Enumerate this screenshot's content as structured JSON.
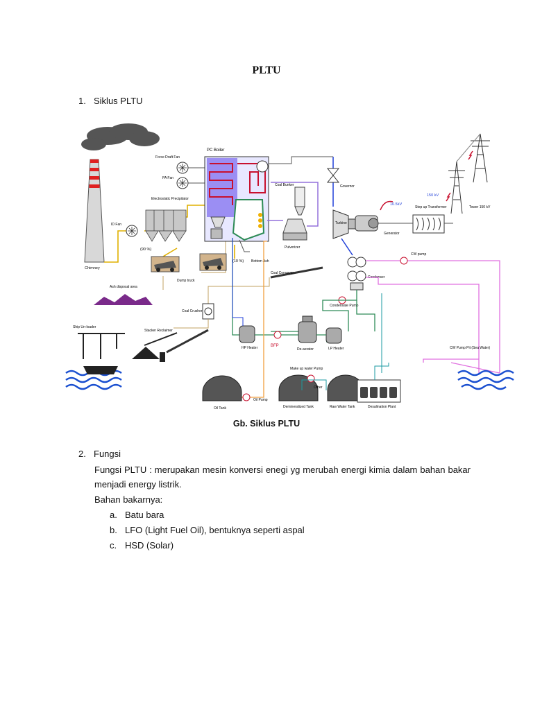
{
  "page": {
    "title": "PLTU"
  },
  "section1": {
    "number": "1.",
    "heading": "Siklus PLTU"
  },
  "diagram": {
    "labels": {
      "pc_boiler": "PC Boiler",
      "force_draft_fan": "Force Draft Fan",
      "pa_fan": "PA Fan",
      "esp": "Electrostatic Precipitator",
      "id_fan": "ID Fan",
      "chimney": "Chimney",
      "pct90": "(90 %)",
      "pct10": "(10 %)",
      "bottom_ash": "Bottom Ash",
      "dump_truck": "Dump truck",
      "ash_disposal": "Ash disposal area",
      "coal_bunker": "Coal Bunker",
      "pulverizer": "Pulverizer",
      "coal_conveyor": "Coal Conveyor",
      "coal_crusher": "Coal Crusher",
      "ship_unloader": "Ship Un-loader",
      "stacker_reclaimer": "Stacker Reclaimer",
      "governor": "Governor",
      "turbine": "Turbine",
      "generator": "Generator",
      "kv_gen": "10.5kV",
      "kv_tr": "150 kV",
      "step_up": "Step up Transformer",
      "tower": "Tower 150 kV",
      "cw_pump": "CW pump",
      "condenser": "Condenser",
      "condensate_pump": "Condensate Pump",
      "hp_heater": "HP Heater",
      "bfp": "BFP",
      "de_aerator": "De-aerator",
      "lp_heater": "LP Heater",
      "cw_pump_pit": "CW Pump Pit (Sea Water)",
      "makeup_pump": "Make up water Pump",
      "other": "Other",
      "oil_tank": "Oil Tank",
      "oil_pump": "Oil Pump",
      "demin_tank": "Demineralized Tank",
      "raw_water_tank": "Raw Water Tank",
      "desal_plant": "Desalination Plant"
    },
    "colors": {
      "steam": "#1f3fd8",
      "water": "#2e8b57",
      "coal": "#8b6d3a",
      "ash": "#e0b000",
      "cw": "#e070e0",
      "boiler": "#c8102e",
      "oil": "#f0a040"
    }
  },
  "caption": "Gb. Siklus PLTU",
  "section2": {
    "number": "2.",
    "heading": "Fungsi",
    "paragraph": "Fungsi PLTU : merupakan mesin konversi enegi yg merubah energi kimia dalam bahan bakar menjadi energy listrik.",
    "fuel_label": "Bahan bakarnya:",
    "fuels": [
      {
        "marker": "a.",
        "text": "Batu bara"
      },
      {
        "marker": "b.",
        "text": "LFO (Light Fuel Oil), bentuknya seperti aspal"
      },
      {
        "marker": "c.",
        "text": "HSD (Solar)"
      }
    ]
  }
}
